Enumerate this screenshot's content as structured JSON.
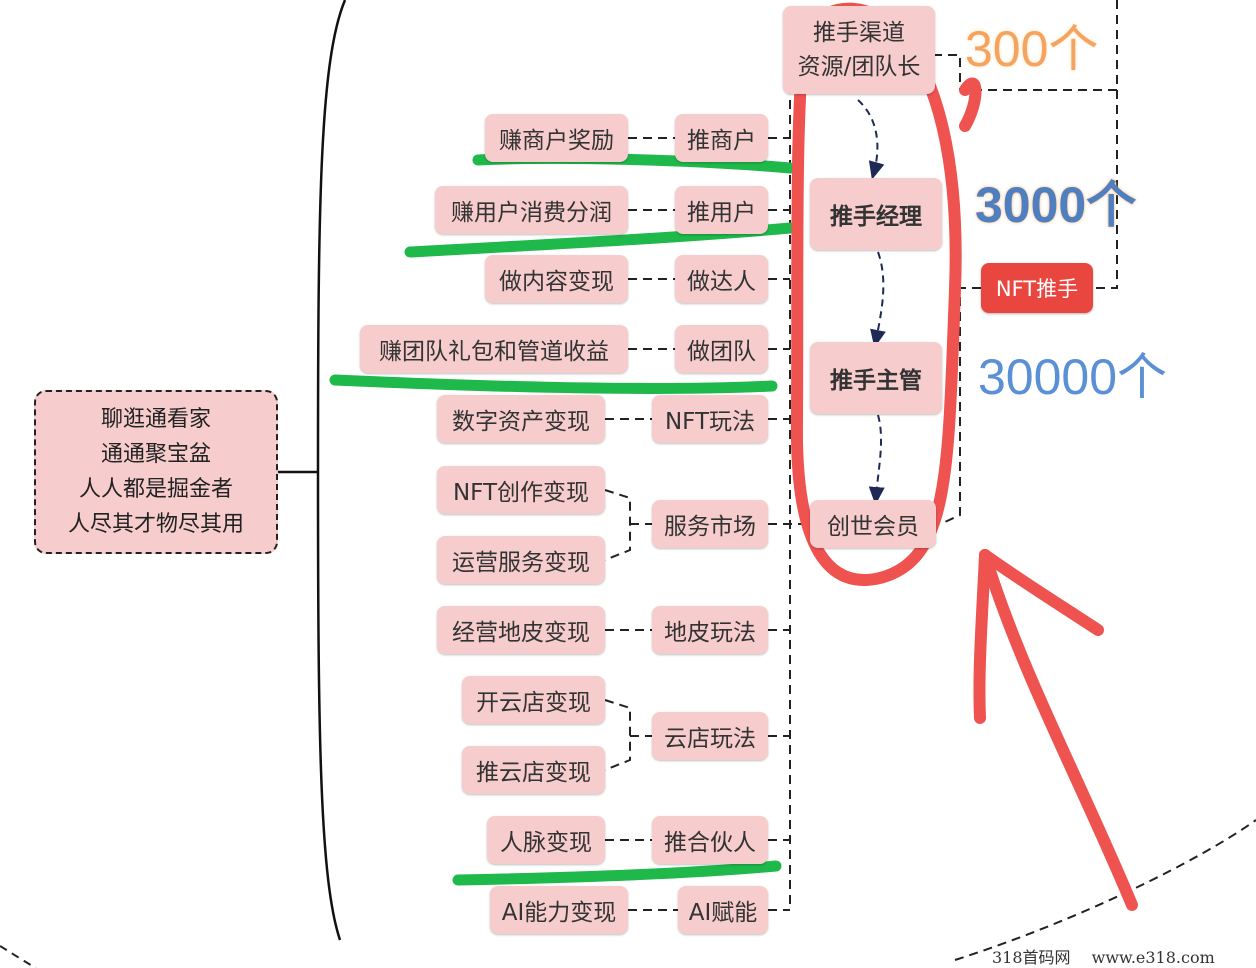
{
  "root": {
    "lines": [
      "聊逛通看家",
      "通通聚宝盆",
      "人人都是掘金者",
      "人尽其才物尽其用"
    ]
  },
  "rows": [
    {
      "left": "赚商户奖励",
      "mid": "推商户"
    },
    {
      "left": "赚用户消费分润",
      "mid": "推用户"
    },
    {
      "left": "做内容变现",
      "mid": "做达人"
    },
    {
      "left": "赚团队礼包和管道收益",
      "mid": "做团队"
    },
    {
      "left": "数字资产变现",
      "mid": "NFT玩法"
    },
    {
      "left_top": "NFT创作变现",
      "left_bottom": "运营服务变现",
      "mid": "服务市场"
    },
    {
      "left": "经营地皮变现",
      "mid": "地皮玩法"
    },
    {
      "left_top": "开云店变现",
      "left_bottom": "推云店变现",
      "mid": "云店玩法"
    },
    {
      "left": "人脉变现",
      "mid": "推合伙人"
    },
    {
      "left": "AI能力变现",
      "mid": "AI赋能"
    }
  ],
  "levels": {
    "top_line1": "推手渠道",
    "top_line2": "资源/团队长",
    "manager": "推手经理",
    "supervisor": "推手主管",
    "founder": "创世会员"
  },
  "nft_tag": "NFT推手",
  "counts": [
    "300个",
    "3000个",
    "30000个"
  ],
  "watermark": "318首码网　 www.e318.com",
  "colors": {
    "node_fill": "#f6cccc",
    "tag_fill": "#e8463f",
    "highlight_green": "#1fb84a",
    "annotation_red": "#ef5350"
  }
}
